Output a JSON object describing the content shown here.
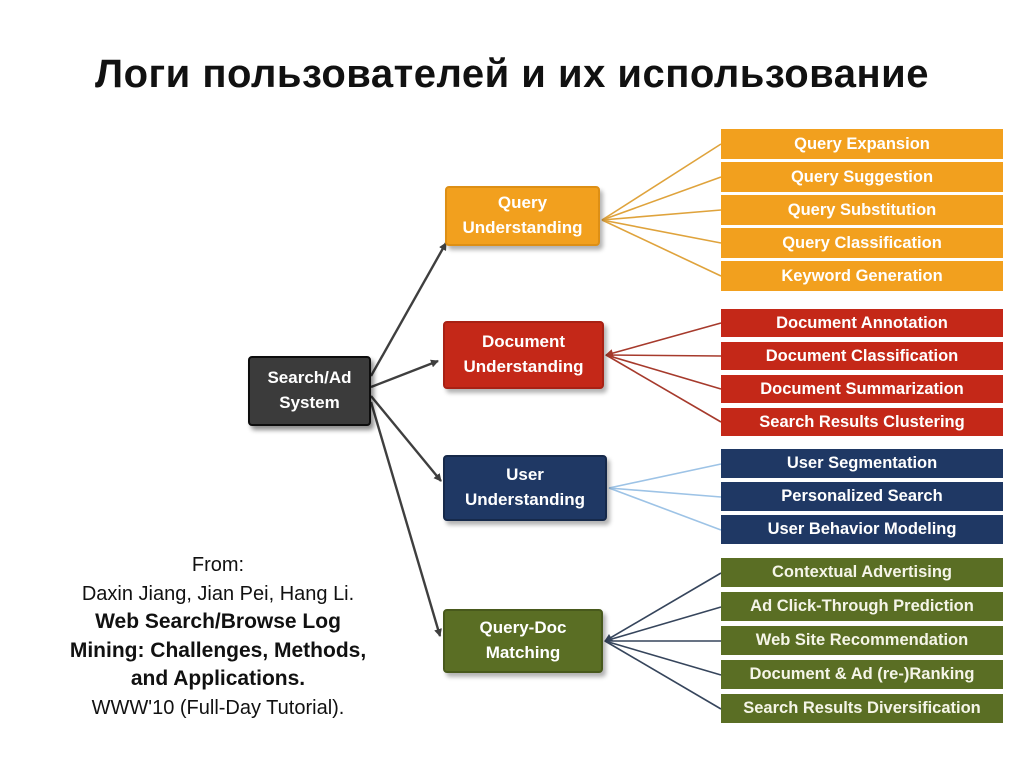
{
  "title": "Логи пользователей и их использование",
  "root": {
    "label": "Search/Ad System",
    "color": "#3b3b3b"
  },
  "branches": [
    {
      "label": "Query Understanding",
      "color": "#f2a01e",
      "line_color": "#dfa33c",
      "items": [
        "Query Expansion",
        "Query Suggestion",
        "Query Substitution",
        "Query Classification",
        "Keyword Generation"
      ]
    },
    {
      "label": "Document Understanding",
      "color": "#c42818",
      "line_color": "#a63a2c",
      "items": [
        "Document Annotation",
        "Document Classification",
        "Document Summarization",
        "Search Results Clustering"
      ]
    },
    {
      "label": "User Understanding",
      "color": "#1f3864",
      "line_color": "#9dc3e6",
      "items": [
        "User Segmentation",
        "Personalized Search",
        "User Behavior Modeling"
      ]
    },
    {
      "label": "Query-Doc Matching",
      "color": "#5a6e24",
      "line_color": "#36455c",
      "items": [
        "Contextual Advertising",
        "Ad Click-Through Prediction",
        "Web Site Recommendation",
        "Document & Ad (re-)Ranking",
        "Search Results Diversification"
      ]
    }
  ],
  "attribution": {
    "lines": [
      "From:",
      "Daxin Jiang, Jian Pei, Hang Li.",
      "Web Search/Browse Log",
      "Mining: Challenges, Methods,",
      "and Applications.",
      "WWW'10 (Full-Day Tutorial)."
    ]
  }
}
